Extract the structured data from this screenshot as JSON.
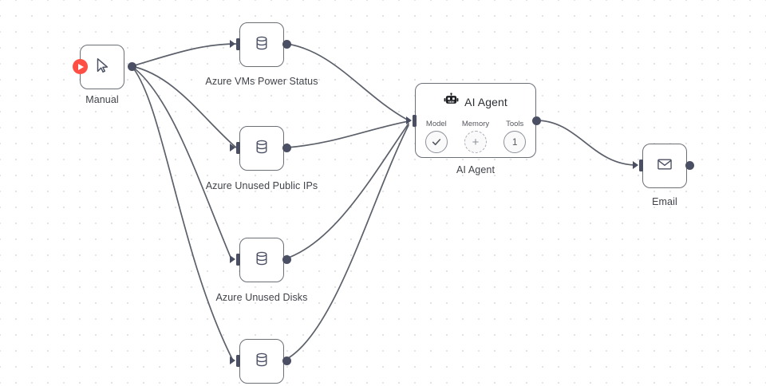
{
  "canvas": {
    "background_color": "#ffffff",
    "grid_dot_color": "#e3e3e6",
    "node_border_color": "#6b6f76",
    "port_color": "#4b4f63",
    "edge_color": "#5c606a",
    "trigger_accent_color": "#ff4f44",
    "label_color": "#3f4248"
  },
  "nodes": {
    "manual": {
      "label": "Manual",
      "icon": "cursor-pointer-icon",
      "trigger_icon": "play-icon"
    },
    "vms_power_status": {
      "label": "Azure VMs Power Status",
      "icon": "database-icon"
    },
    "unused_public_ips": {
      "label": "Azure Unused Public IPs",
      "icon": "database-icon"
    },
    "unused_disks": {
      "label": "Azure Unused Disks",
      "icon": "database-icon"
    },
    "fourth_tool": {
      "label": "",
      "icon": "database-icon"
    },
    "ai_agent": {
      "title": "AI Agent",
      "label": "AI Agent",
      "icon": "robot-icon",
      "subports": [
        {
          "label": "Model",
          "icon": "check-circle-icon",
          "value": ""
        },
        {
          "label": "Memory",
          "icon": "plus-circle-dashed-icon",
          "value": "+"
        },
        {
          "label": "Tools",
          "icon": "count-circle-icon",
          "value": "1"
        }
      ]
    },
    "email": {
      "label": "Email",
      "icon": "envelope-icon"
    }
  }
}
